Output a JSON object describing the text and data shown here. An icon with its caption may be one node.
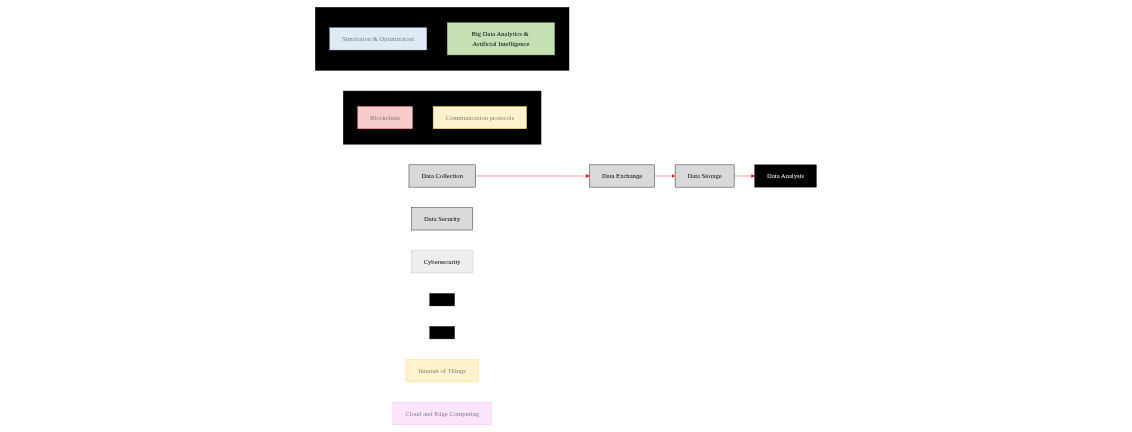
{
  "diagram": {
    "nodes": [
      {
        "text": [
          "Data Collection"
        ]
      },
      {
        "text": [
          "Data Exchange"
        ]
      },
      {
        "text": [
          "Data Storage"
        ]
      },
      {
        "text": [
          "Data Analysis"
        ]
      },
      {
        "text": [
          "Data Security"
        ]
      },
      {
        "text": [
          "Cybersecurity"
        ]
      },
      {
        "text": [],
        "shape": "box"
      },
      {
        "text": [],
        "shape": "box"
      },
      {
        "text": [],
        "shape": "box"
      },
      {
        "text": [],
        "shape": "box"
      },
      {
        "text": [
          "Internet of Things"
        ]
      },
      {
        "text": [
          "Cloud and Edge Computing"
        ]
      },
      {
        "text": [
          "Blockchain"
        ],
        "in": 7
      },
      {
        "text": [
          "Communication protocols"
        ],
        "in": 7
      },
      {
        "text": [
          "Simulation & Optimization"
        ],
        "in": 9
      },
      {
        "text": [
          "Big Data Analytics & Artificial Intelligence"
        ],
        "in": 9
      }
    ],
    "edges": [
      {
        "from": 0,
        "to": 1,
        "arrow": "to",
        "color": "#ff0000"
      },
      {
        "from": 1,
        "to": 2,
        "arrow": "to",
        "color": "#ff0000"
      },
      {
        "from": 2,
        "to": 3,
        "arrow": "to",
        "color": "#ff0000"
      }
    ]
  }
}
